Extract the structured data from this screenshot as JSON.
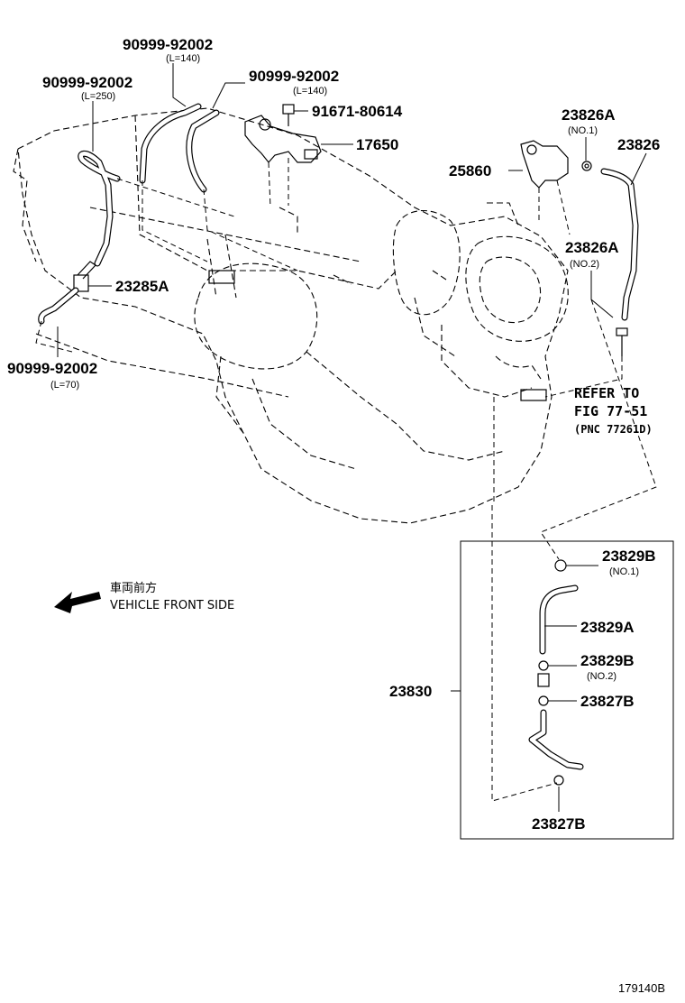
{
  "diagram": {
    "labels": {
      "hose_top_center": {
        "part": "90999-92002",
        "length": "(L=140)"
      },
      "hose_top_left": {
        "part": "90999-92002",
        "length": "(L=250)"
      },
      "hose_top_right": {
        "part": "90999-92002",
        "length": "(L=140)"
      },
      "hose_bottom_left": {
        "part": "90999-92002",
        "length": "(L=70)"
      },
      "bolt": {
        "part": "91671-80614"
      },
      "valve": {
        "part": "17650"
      },
      "fitting": {
        "part": "23285A"
      },
      "union": {
        "part": "25860"
      },
      "clip_no1": {
        "part": "23826A",
        "note": "(NO.1)"
      },
      "hose_pipe": {
        "part": "23826"
      },
      "clip_no2": {
        "part": "23826A",
        "note": "(NO.2)"
      },
      "reference": {
        "line1": "REFER TO",
        "line2": "FIG 77-51",
        "line3": "(PNC 77261D)"
      },
      "clamp_no1": {
        "part": "23829B",
        "note": "(NO.1)"
      },
      "hose_a": {
        "part": "23829A"
      },
      "clamp_no2": {
        "part": "23829B",
        "note": "(NO.2)"
      },
      "clamp_b_upper": {
        "part": "23827B"
      },
      "clamp_b_lower": {
        "part": "23827B"
      },
      "assembly": {
        "part": "23830"
      }
    },
    "front_side": {
      "japanese": "車両前方",
      "english": "VEHICLE FRONT SIDE"
    },
    "figure_id": "179140B"
  }
}
